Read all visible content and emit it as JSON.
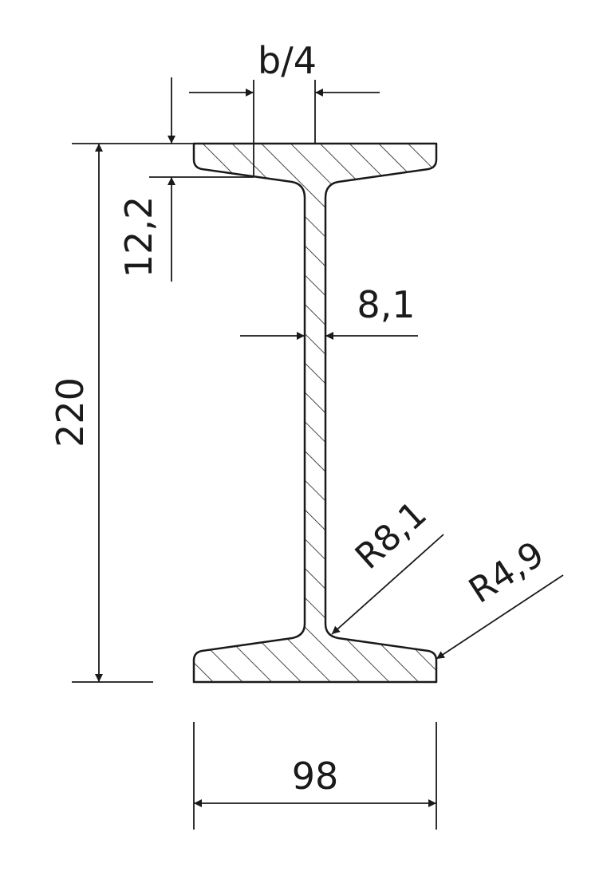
{
  "dimensions": {
    "flange_slope_ref": "b/4",
    "flange_thickness": "12,2",
    "total_height": "220",
    "web_thickness": "8,1",
    "root_radius": "R8,1",
    "toe_radius": "R4,9",
    "flange_width": "98"
  }
}
